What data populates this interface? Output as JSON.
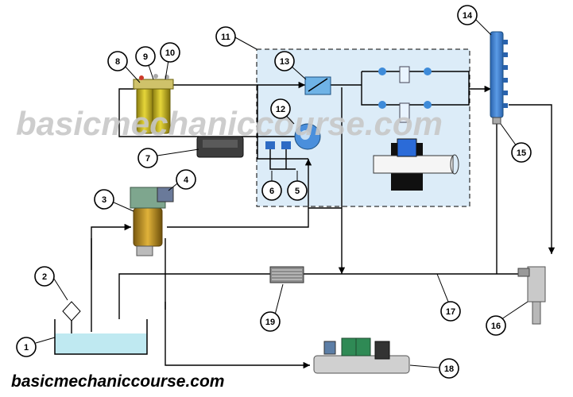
{
  "watermark": "basicmechaniccourse.com",
  "footer": "basicmechaniccourse.com",
  "callouts": [
    "1",
    "2",
    "3",
    "4",
    "5",
    "6",
    "7",
    "8",
    "9",
    "10",
    "11",
    "12",
    "13",
    "14",
    "15",
    "16",
    "17",
    "18",
    "19"
  ],
  "colors": {
    "pump_box_bg": "#dcecf8",
    "rail_blue": "#3b7fd1",
    "filter_yellow": "#d6c51e",
    "tank_water": "#bfe9f1",
    "cooler_gray": "#888888"
  }
}
